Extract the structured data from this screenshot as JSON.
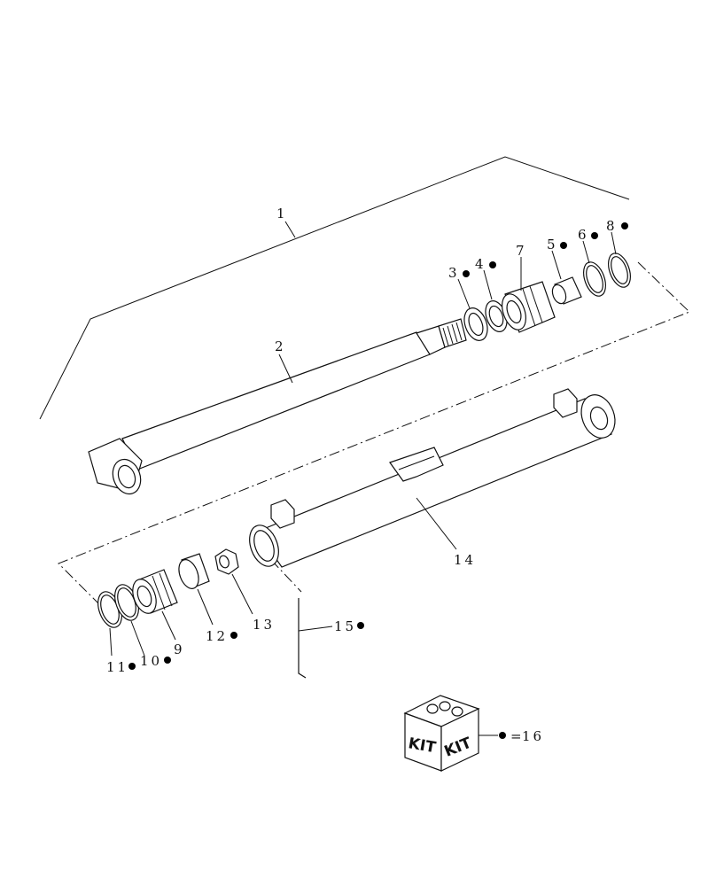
{
  "callouts": {
    "c1": "1",
    "c2": "2",
    "c3": "3",
    "c4": "4",
    "c5": "5",
    "c6": "6",
    "c7": "7",
    "c8": "8",
    "c9": "9",
    "c10": "10",
    "c11": "11",
    "c12": "12",
    "c13": "13",
    "c14": "14",
    "c15": "15",
    "c16": "16"
  },
  "kit": {
    "face_left": "KIT",
    "face_right": "KIT",
    "equals": "="
  }
}
